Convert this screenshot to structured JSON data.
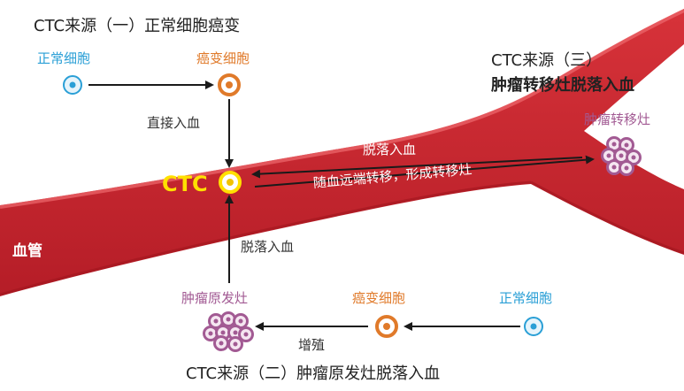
{
  "sources": {
    "one_title": "CTC来源（一）正常细胞癌变",
    "two_title": "CTC来源（二）肿瘤原发灶脱落入血",
    "three_title_line1": "CTC来源（三）",
    "three_title_line2": "肿瘤转移灶脱落入血"
  },
  "cells": {
    "normal_top": "正常细胞",
    "cancer_top": "癌变细胞",
    "normal_bottom": "正常细胞",
    "cancer_bottom": "癌变细胞",
    "primary_tumor": "肿瘤原发灶",
    "metastasis": "肿瘤转移灶"
  },
  "arrows": {
    "direct_entry": "直接入血",
    "shed_bottom": "脱落入血",
    "proliferate": "增殖",
    "shed_right": "脱落入血",
    "circulate": "随血远端转移，形成转移灶"
  },
  "center": {
    "ctc": "CTC"
  },
  "vessel": {
    "label": "血管"
  },
  "colors": {
    "vessel": "#c8242e",
    "vessel_highlight": "#e2484f",
    "normal_cell": "#2a9fd6",
    "cancer_cell": "#e07a2a",
    "tumor_cell": "#a25a93",
    "ctc_text": "#ffe000"
  }
}
